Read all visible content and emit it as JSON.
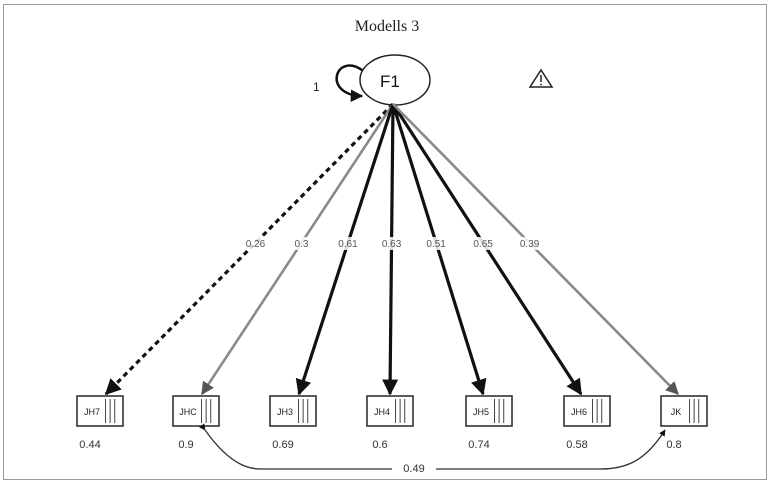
{
  "title": "Modells 3",
  "factor": {
    "label": "F1",
    "variance": "1",
    "warning_icon": "warning-triangle-icon"
  },
  "indicators": [
    {
      "label": "JH7",
      "loading": "0.26",
      "residual": "0.44",
      "path_style": "dashed"
    },
    {
      "label": "JHC",
      "loading": "0.3",
      "residual": "0.9",
      "path_style": "gray"
    },
    {
      "label": "JH3",
      "loading": "0.61",
      "residual": "0.69",
      "path_style": "black"
    },
    {
      "label": "JH4",
      "loading": "0.63",
      "residual": "0.6",
      "path_style": "black"
    },
    {
      "label": "JH5",
      "loading": "0.51",
      "residual": "0.74",
      "path_style": "black"
    },
    {
      "label": "JH6",
      "loading": "0.65",
      "residual": "0.58",
      "path_style": "black"
    },
    {
      "label": "JK",
      "loading": "0.39",
      "residual": "0.8",
      "path_style": "gray"
    }
  ],
  "covariance": {
    "label": "0.49",
    "from": "JHC",
    "to": "JK"
  },
  "colors": {
    "black_path": "#111111",
    "gray_path": "#8a8a8a",
    "box_border": "#333333"
  }
}
